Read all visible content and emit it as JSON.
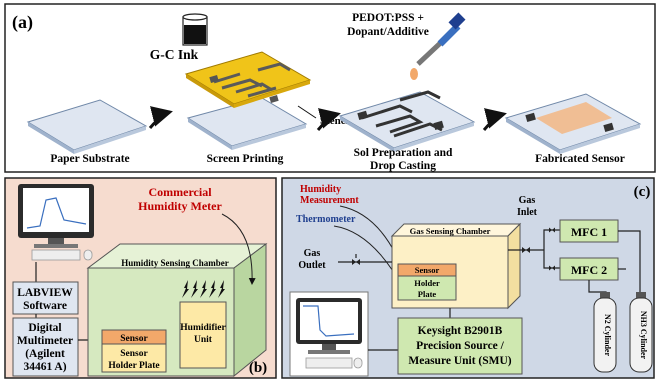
{
  "panel_a": {
    "label": "(a)",
    "ink_label": "G-C Ink",
    "pedot_line1": "PEDOT:PSS +",
    "pedot_line2": "Dopant/Additive",
    "stencil_label": "Stencil",
    "steps": [
      "Paper Substrate",
      "Screen Printing",
      "Sol Preparation and",
      "Drop Casting",
      "Fabricated Sensor"
    ]
  },
  "panel_b": {
    "label": "(b)",
    "meter_line1": "Commercial",
    "meter_line2": "Humidity Meter",
    "chamber_label": "Humidity Sensing Chamber",
    "labview_line1": "LABVIEW",
    "labview_line2": "Software",
    "dmm_line1": "Digital",
    "dmm_line2": "Multimeter",
    "dmm_line3": "(Agilent",
    "dmm_line4": "34461 A)",
    "sensor_label": "Sensor",
    "holder_line1": "Sensor",
    "holder_line2": "Holder Plate",
    "humidifier_line1": "Humidifier",
    "humidifier_line2": "Unit"
  },
  "panel_c": {
    "label": "(c)",
    "humidity_line1": "Humidity",
    "humidity_line2": "Measurement",
    "thermometer": "Thermometer",
    "chamber_label": "Gas Sensing Chamber",
    "gas_outlet_line1": "Gas",
    "gas_outlet_line2": "Outlet",
    "gas_inlet_line1": "Gas",
    "gas_inlet_line2": "Inlet",
    "sensor_label": "Sensor",
    "holder_line1": "Holder",
    "holder_line2": "Plate",
    "mfc1": "MFC 1",
    "mfc2": "MFC 2",
    "smu_line1": "Keysight B2901B",
    "smu_line2": "Precision Source /",
    "smu_line3": "Measure Unit (SMU)",
    "cyl1": "N2 Cylinder",
    "cyl2": "NH3 Cylinder"
  },
  "colors": {
    "panel_b_bg": "#f6dccf",
    "panel_c_bg": "#cfd8e6",
    "board": "#dfe6f1",
    "gold": "#f0c419",
    "chamber_b": "#d6e9c0",
    "chamber_c": "#fdf0c6",
    "mfc": "#cfe8b0",
    "sensor": "#f2a86a",
    "holder": "#fde9a6",
    "red_text": "#c00000",
    "blue_text": "#1f3f8f"
  }
}
